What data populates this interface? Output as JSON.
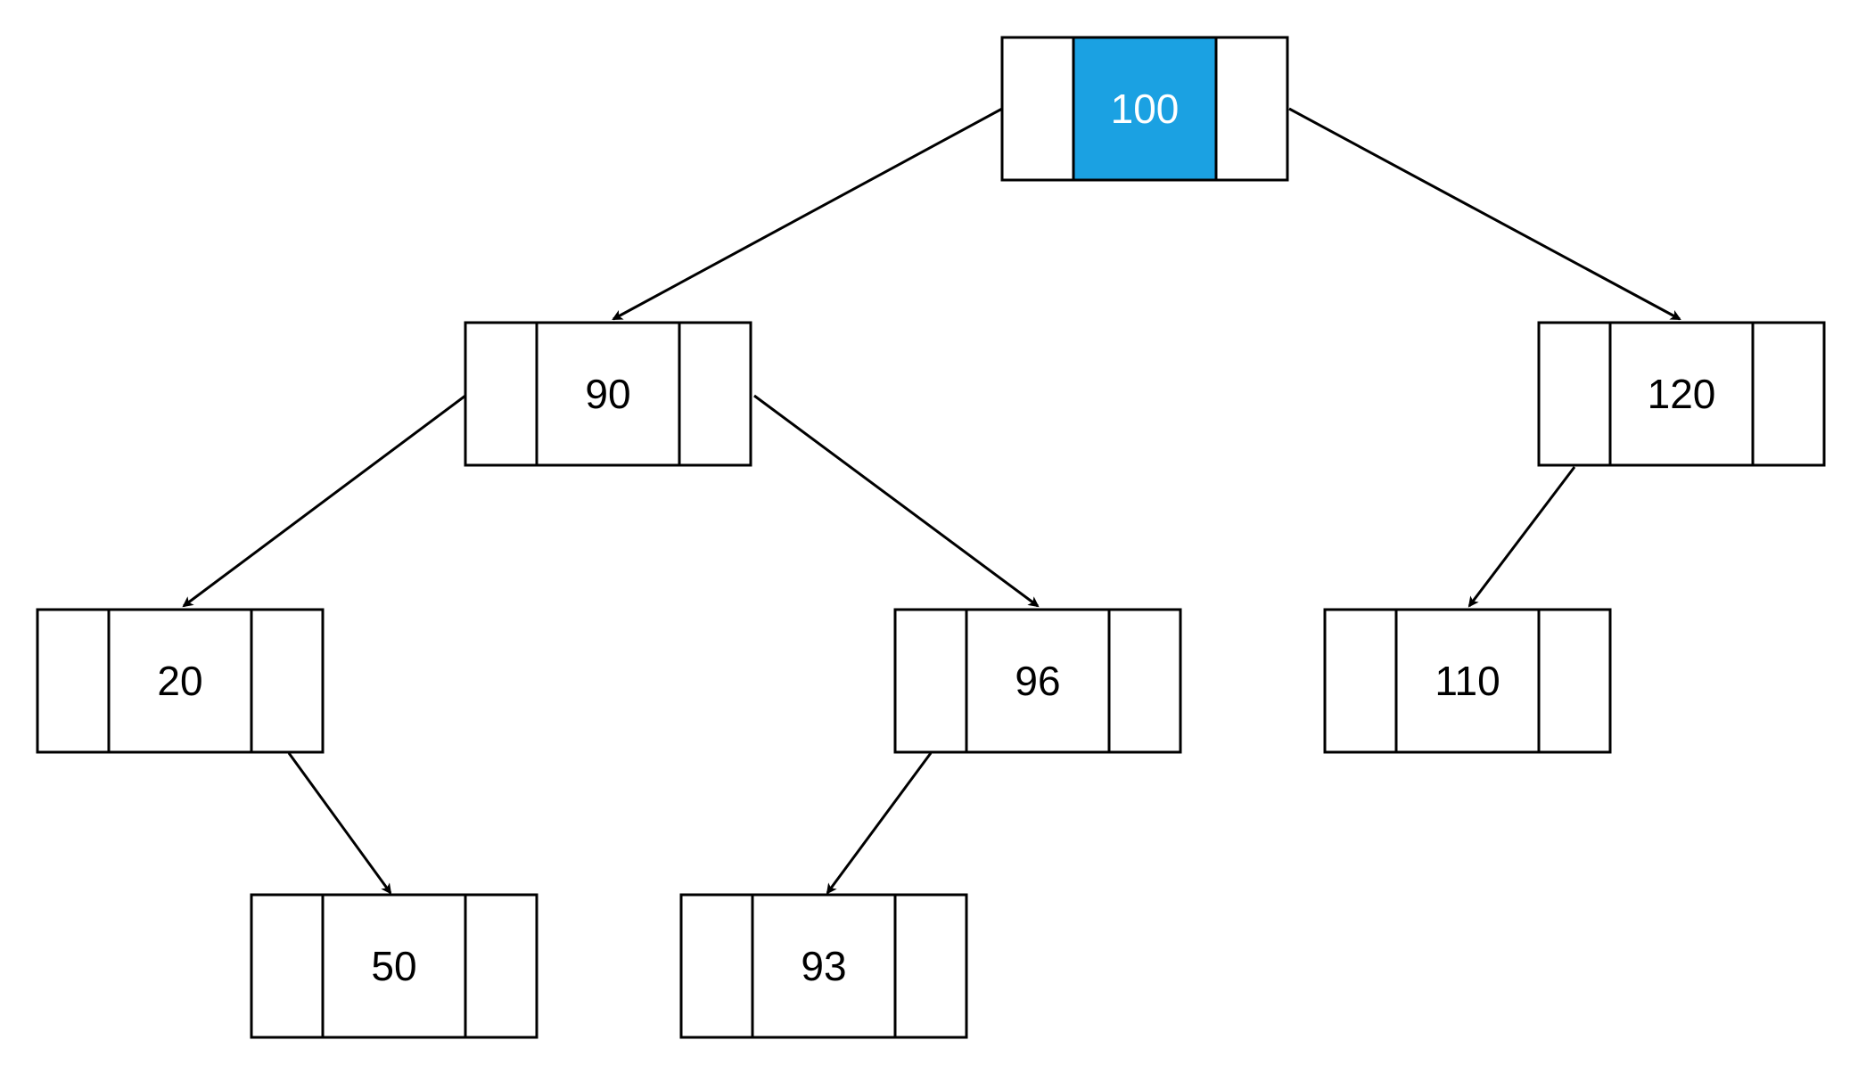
{
  "tree": {
    "highlight_color": "#1ba1e2",
    "nodes": [
      {
        "id": "n100",
        "value": "100",
        "highlighted": true
      },
      {
        "id": "n90",
        "value": "90",
        "highlighted": false
      },
      {
        "id": "n120",
        "value": "120",
        "highlighted": false
      },
      {
        "id": "n20",
        "value": "20",
        "highlighted": false
      },
      {
        "id": "n96",
        "value": "96",
        "highlighted": false
      },
      {
        "id": "n110",
        "value": "110",
        "highlighted": false
      },
      {
        "id": "n50",
        "value": "50",
        "highlighted": false
      },
      {
        "id": "n93",
        "value": "93",
        "highlighted": false
      }
    ],
    "edges": [
      {
        "from": "n100",
        "to": "n90"
      },
      {
        "from": "n100",
        "to": "n120"
      },
      {
        "from": "n90",
        "to": "n20"
      },
      {
        "from": "n90",
        "to": "n96"
      },
      {
        "from": "n120",
        "to": "n110"
      },
      {
        "from": "n20",
        "to": "n50"
      },
      {
        "from": "n96",
        "to": "n93"
      }
    ]
  }
}
